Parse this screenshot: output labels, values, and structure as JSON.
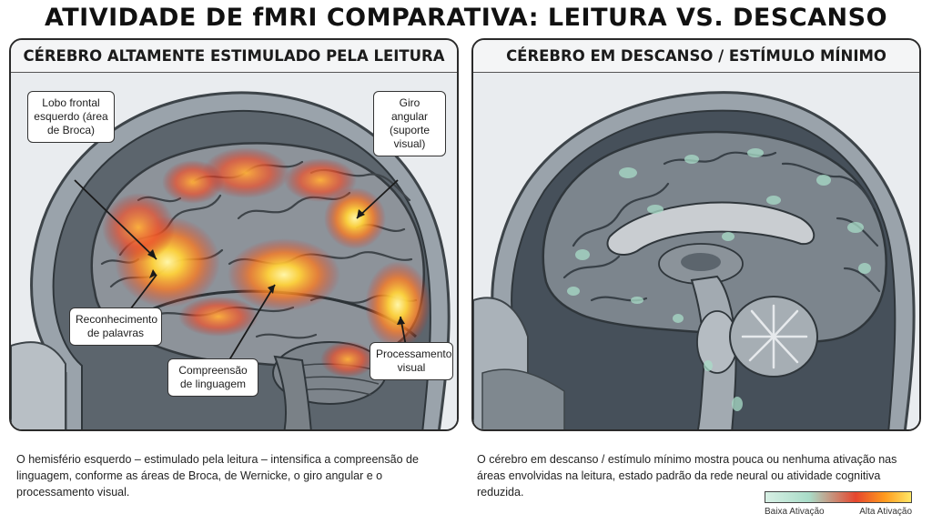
{
  "title": "ATIVIDADE DE fMRI COMPARATIVA: LEITURA VS. DESCANSO",
  "left_panel": {
    "heading": "CÉREBRO ALTAMENTE ESTIMULADO PELA LEITURA",
    "callouts": {
      "broca": "Lobo frontal esquerdo (área de Broca)",
      "angular": "Giro angular (suporte visual)",
      "word_recognition": "Reconhecimento de palavras",
      "language": "Compreensão de linguagem",
      "visual": "Processamento visual"
    },
    "caption": "O hemisfério esquerdo – estimulado pela leitura – intensifica a compreensão de linguagem, conforme as áreas de Broca, de Wernicke, o giro angular e o processamento visual."
  },
  "right_panel": {
    "heading": "CÉREBRO EM DESCANSO / ESTÍMULO MÍNIMO",
    "caption": "O cérebro em descanso / estímulo mínimo mostra pouca ou nenhuma ativação nas áreas envolvidas na leitura, estado padrão da rede neural ou atividade cognitiva reduzida."
  },
  "legend": {
    "low_label": "Baixa Ativação",
    "high_label": "Alta Ativação",
    "colors": {
      "low": "#a9dcc8",
      "mid": "#e6462e",
      "high": "#ffe766"
    }
  }
}
